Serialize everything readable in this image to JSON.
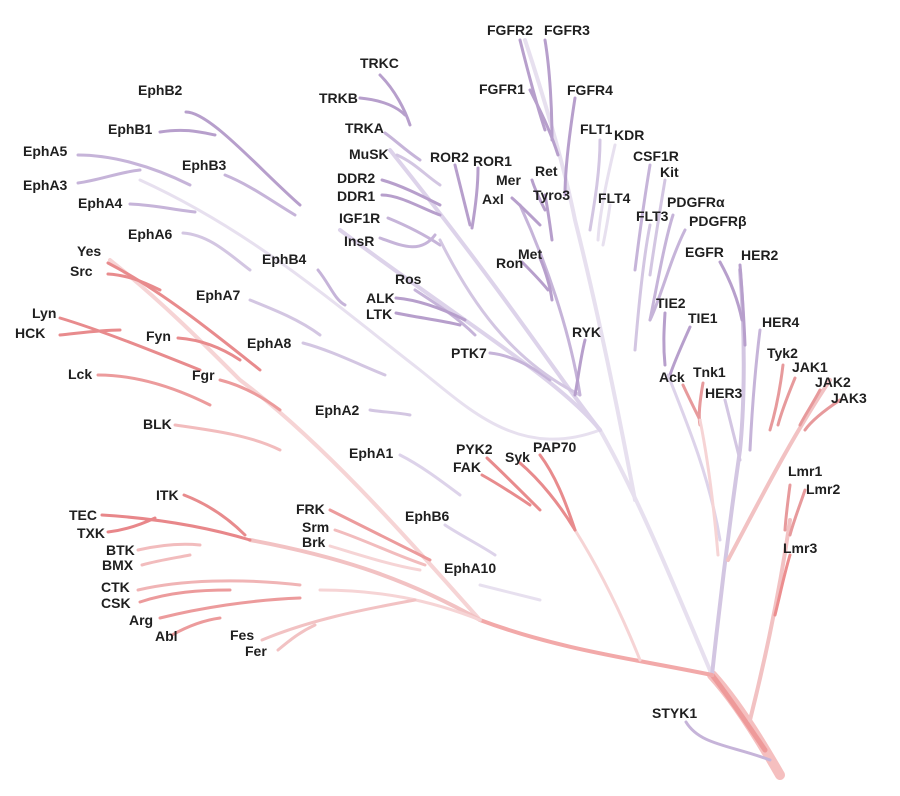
{
  "labels": {
    "EphB2": "EphB2",
    "EphB1": "EphB1",
    "EphA5": "EphA5",
    "EphA3": "EphA3",
    "EphA4": "EphA4",
    "EphB3": "EphB3",
    "EphA6": "EphA6",
    "EphB4": "EphB4",
    "EphA7": "EphA7",
    "EphA8": "EphA8",
    "EphA2": "EphA2",
    "EphA1": "EphA1",
    "EphB6": "EphB6",
    "EphA10": "EphA10",
    "TRKC": "TRKC",
    "TRKB": "TRKB",
    "TRKA": "TRKA",
    "MuSK": "MuSK",
    "DDR2": "DDR2",
    "DDR1": "DDR1",
    "IGF1R": "IGF1R",
    "InsR": "InsR",
    "ROR2": "ROR2",
    "ROR1": "ROR1",
    "Ros": "Ros",
    "ALK": "ALK",
    "LTK": "LTK",
    "PTK7": "PTK7",
    "Mer": "Mer",
    "Axl": "Axl",
    "Ret": "Ret",
    "Tyro3": "Tyro3",
    "Ron": "Ron",
    "Met": "Met",
    "RYK": "RYK",
    "FGFR2": "FGFR2",
    "FGFR3": "FGFR3",
    "FGFR1": "FGFR1",
    "FGFR4": "FGFR4",
    "FLT1": "FLT1",
    "KDR": "KDR",
    "FLT4": "FLT4",
    "CSF1R": "CSF1R",
    "Kit": "Kit",
    "FLT3": "FLT3",
    "PDGFRa": "PDGFRα",
    "PDGFRb": "PDGFRβ",
    "EGFR": "EGFR",
    "HER2": "HER2",
    "HER4": "HER4",
    "HER3": "HER3",
    "TIE2": "TIE2",
    "TIE1": "TIE1",
    "Ack": "Ack",
    "Tnk1": "Tnk1",
    "Tyk2": "Tyk2",
    "JAK1": "JAK1",
    "JAK2": "JAK2",
    "JAK3": "JAK3",
    "Lmr1": "Lmr1",
    "Lmr2": "Lmr2",
    "Lmr3": "Lmr3",
    "STYK1": "STYK1",
    "Yes": "Yes",
    "Src": "Src",
    "Lyn": "Lyn",
    "HCK": "HCK",
    "Fyn": "Fyn",
    "Lck": "Lck",
    "Fgr": "Fgr",
    "BLK": "BLK",
    "PYK2": "PYK2",
    "FAK": "FAK",
    "Syk": "Syk",
    "PAP70": "PAP70",
    "ITK": "ITK",
    "TEC": "TEC",
    "TXK": "TXK",
    "BTK": "BTK",
    "BMX": "BMX",
    "FRK": "FRK",
    "Srm": "Srm",
    "Brk": "Brk",
    "CTK": "CTK",
    "CSK": "CSK",
    "Arg": "Arg",
    "Abl": "Abl",
    "Fes": "Fes",
    "Fer": "Fer"
  },
  "colors": {
    "rtk_branch": "#b79fcc",
    "rtk_faded": "#ddd3ea",
    "nrtk_branch": "#e79a9c",
    "nrtk_faded": "#f6d4d5",
    "root": "#f2a9a9"
  }
}
